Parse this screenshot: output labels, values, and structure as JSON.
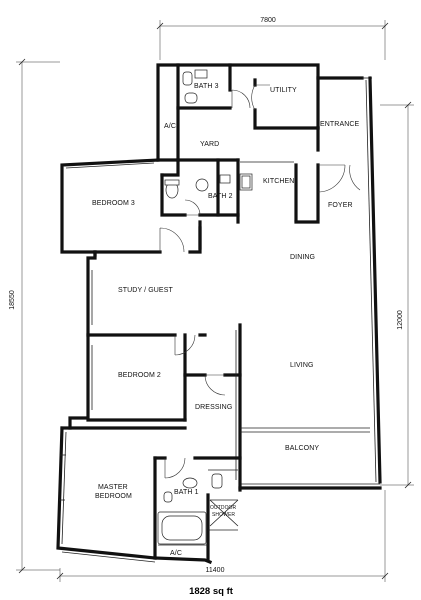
{
  "dimensions": {
    "top_width": "7800",
    "bottom_width": "11400",
    "left_height": "18550",
    "right_height": "12000"
  },
  "total_area": "1828 sq ft",
  "rooms": {
    "bath3": "BATH 3",
    "utility": "UTILITY",
    "ac_top": "A/C",
    "yard": "YARD",
    "entrance": "ENTRANCE",
    "kitchen": "KITCHEN",
    "bedroom3": "BEDROOM 3",
    "bath2": "BATH 2",
    "foyer": "FOYER",
    "dining": "DINING",
    "study": "STUDY / GUEST",
    "bedroom2": "BEDROOM 2",
    "living": "LIVING",
    "dressing": "DRESSING",
    "balcony": "BALCONY",
    "master_line1": "MASTER",
    "master_line2": "BEDROOM",
    "bath1": "BATH 1",
    "outdoor_line1": "OUTDOOR",
    "outdoor_line2": "SHOWER",
    "ac_bottom": "A/C"
  }
}
